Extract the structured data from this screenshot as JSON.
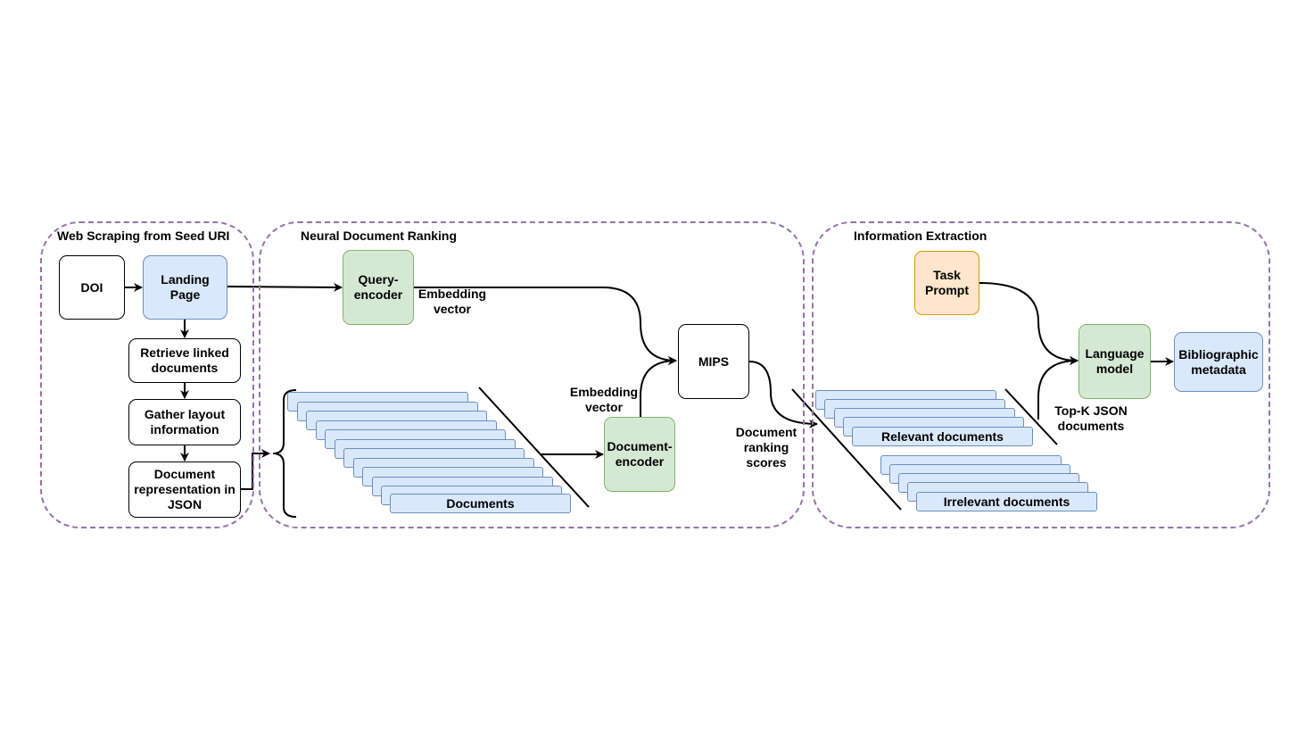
{
  "groups": {
    "scraping": "Web Scraping from Seed URI",
    "ranking": "Neural Document Ranking",
    "extraction": "Information Extraction"
  },
  "nodes": {
    "doi": "DOI",
    "landing_page": "Landing Page",
    "retrieve": "Retrieve linked documents",
    "layout": "Gather layout information",
    "json_rep": "Document representation in JSON",
    "query_encoder": "Query-encoder",
    "mips": "MIPS",
    "document_encoder": "Document-encoder",
    "task_prompt": "Task Prompt",
    "language_model": "Language model",
    "metadata": "Bibliographic metadata"
  },
  "labels": {
    "embedding_top": "Embedding vector",
    "embedding_bottom": "Embedding vector",
    "ranking_scores": "Document ranking scores",
    "topk": "Top-K JSON documents"
  },
  "stacks": {
    "documents": "Documents",
    "relevant": "Relevant documents",
    "irrelevant": "Irrelevant documents"
  },
  "colors": {
    "group_border": "#9673a6",
    "blue_fill": "#dae8fc",
    "blue_border": "#6c8ebf",
    "green_fill": "#d5e8d4",
    "green_border": "#82b366",
    "orange_fill": "#ffe6cc",
    "orange_border": "#d79b00"
  }
}
